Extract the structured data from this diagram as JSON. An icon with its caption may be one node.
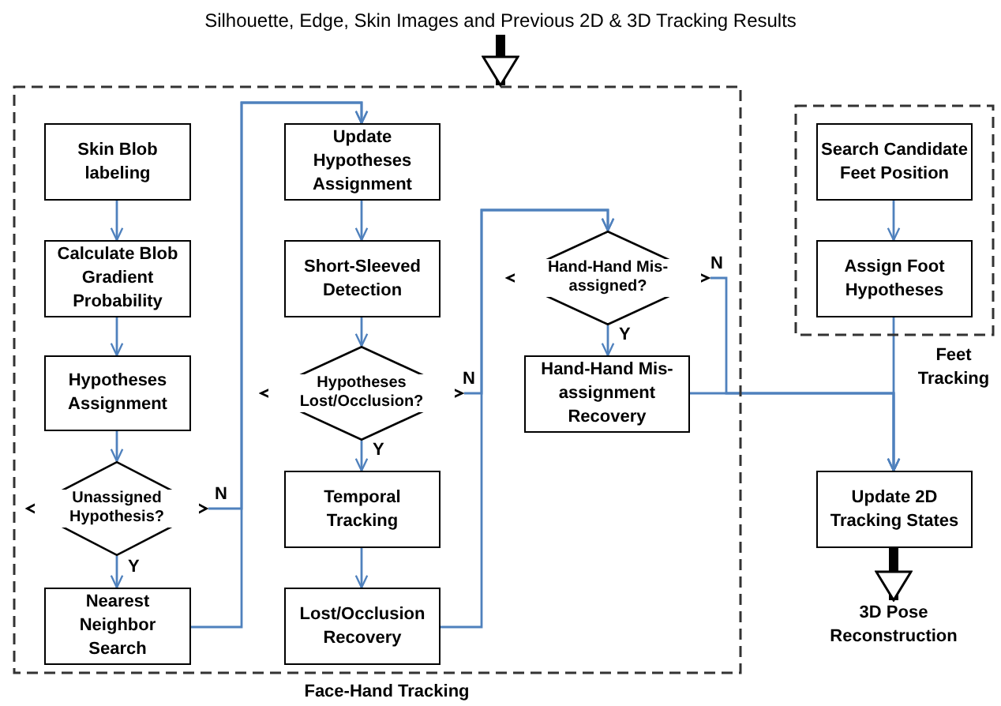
{
  "diagram": {
    "nodes": [
      {
        "text": [
          "Silhouette, Edge, Skin Images and Previous 2D & 3D Tracking Results"
        ]
      },
      {
        "text": [
          "Face-Hand Tracking"
        ]
      },
      {
        "text": [
          "Skin Blob labeling"
        ],
        "in": 1
      },
      {
        "text": [
          "Calculate Blob Gradient Probability"
        ],
        "in": 1
      },
      {
        "text": [
          "Hypotheses Assignment"
        ],
        "in": 1
      },
      {
        "text": [
          "Unassigned Hypothesis?"
        ],
        "in": 1
      },
      {
        "text": [
          "Nearest Neighbor Search"
        ],
        "in": 1
      },
      {
        "text": [
          "Update Hypotheses Assignment"
        ],
        "in": 1
      },
      {
        "text": [
          "Short-Sleeved Detection"
        ],
        "in": 1
      },
      {
        "text": [
          "Hypotheses Lost/Occlusion?"
        ],
        "in": 1
      },
      {
        "text": [
          "Temporal Tracking"
        ],
        "in": 1
      },
      {
        "text": [
          "Lost/Occlusion Recovery"
        ],
        "in": 1
      },
      {
        "text": [
          "Hand-Hand Mis-assigned?"
        ],
        "in": 1
      },
      {
        "text": [
          "Hand-Hand Mis-assignment Recovery"
        ],
        "in": 1
      },
      {
        "text": [
          "Feet Tracking"
        ]
      },
      {
        "text": [
          "Search Candidate Feet Position"
        ],
        "in": 14
      },
      {
        "text": [
          "Assign Foot Hypotheses"
        ],
        "in": 14
      },
      {
        "text": [
          "Update 2D Tracking States"
        ]
      },
      {
        "text": [
          "3D Pose Reconstruction"
        ]
      }
    ],
    "edges": [
      {
        "from": 0,
        "to": 1,
        "arrow": "to",
        "style": "thick",
        "color": "#000000"
      },
      {
        "from": 2,
        "to": 3,
        "arrow": "to"
      },
      {
        "from": 3,
        "to": 4,
        "arrow": "to"
      },
      {
        "from": 4,
        "to": 5,
        "arrow": "to"
      },
      {
        "from": 5,
        "to": 6,
        "arrow": "to",
        "label": "Y"
      },
      {
        "from": 5,
        "to": 7,
        "arrow": "to",
        "label": "N"
      },
      {
        "from": 6,
        "to": 7,
        "arrow": "to"
      },
      {
        "from": 7,
        "to": 8,
        "arrow": "to"
      },
      {
        "from": 8,
        "to": 9,
        "arrow": "to"
      },
      {
        "from": 9,
        "to": 10,
        "arrow": "to",
        "label": "Y"
      },
      {
        "from": 9,
        "to": 12,
        "arrow": "to",
        "label": "N"
      },
      {
        "from": 10,
        "to": 11,
        "arrow": "to"
      },
      {
        "from": 11,
        "to": 12,
        "arrow": "to"
      },
      {
        "from": 12,
        "to": 13,
        "arrow": "to",
        "label": "Y"
      },
      {
        "from": 12,
        "to": 17,
        "arrow": "to",
        "label": "N"
      },
      {
        "from": 13,
        "to": 17,
        "arrow": "to"
      },
      {
        "from": 15,
        "to": 16,
        "arrow": "to"
      },
      {
        "from": 16,
        "to": 17,
        "arrow": "to"
      },
      {
        "from": 17,
        "to": 18,
        "arrow": "to",
        "style": "thick",
        "color": "#000000"
      }
    ]
  }
}
